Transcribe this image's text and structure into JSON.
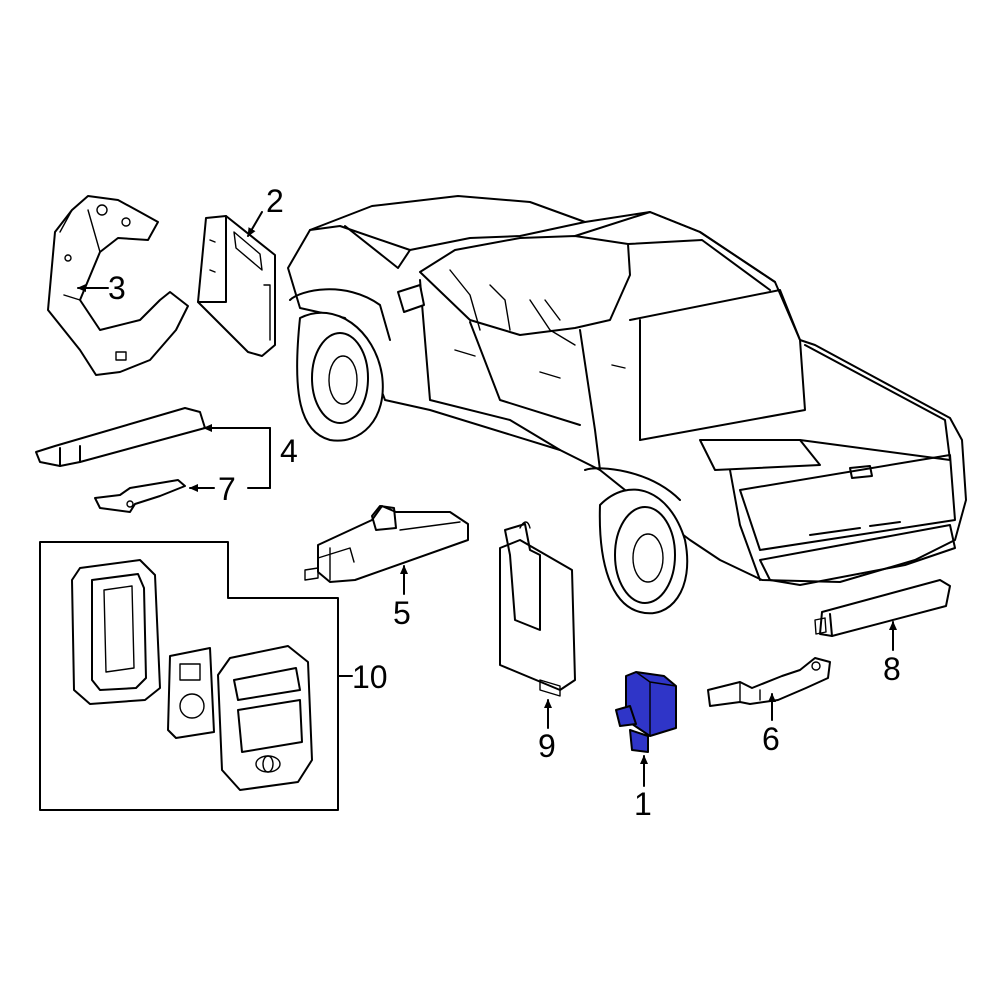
{
  "diagram": {
    "highlight_color": "#2f35c8",
    "callouts": [
      {
        "id": "c1",
        "label": "1"
      },
      {
        "id": "c2",
        "label": "2"
      },
      {
        "id": "c3",
        "label": "3"
      },
      {
        "id": "c4",
        "label": "4"
      },
      {
        "id": "c5",
        "label": "5"
      },
      {
        "id": "c6",
        "label": "6"
      },
      {
        "id": "c7",
        "label": "7"
      },
      {
        "id": "c8",
        "label": "8"
      },
      {
        "id": "c9",
        "label": "9"
      },
      {
        "id": "c10",
        "label": "10"
      }
    ]
  }
}
